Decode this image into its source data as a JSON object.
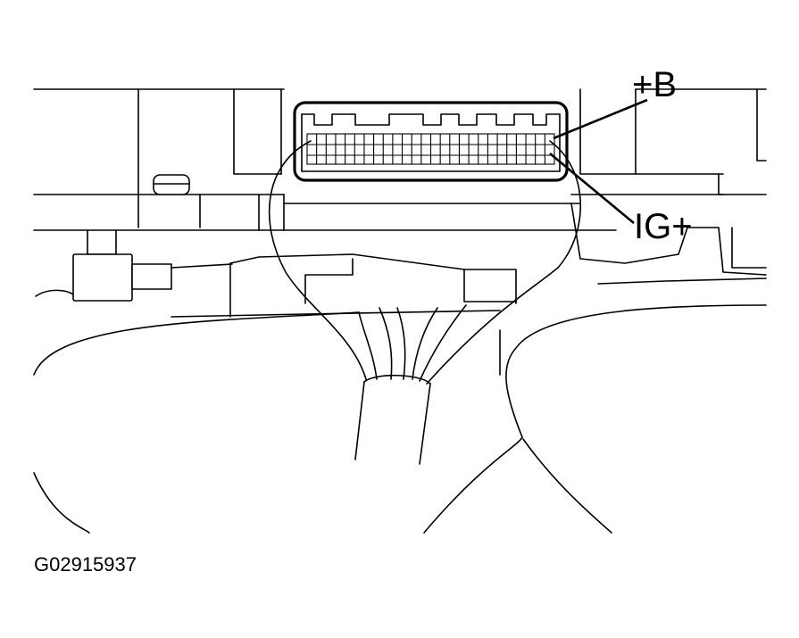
{
  "labels": {
    "plus_b": "+B",
    "ig_plus": "IG+",
    "figure_code": "G02915937"
  },
  "colors": {
    "line": "#000000",
    "background": "#ffffff"
  }
}
